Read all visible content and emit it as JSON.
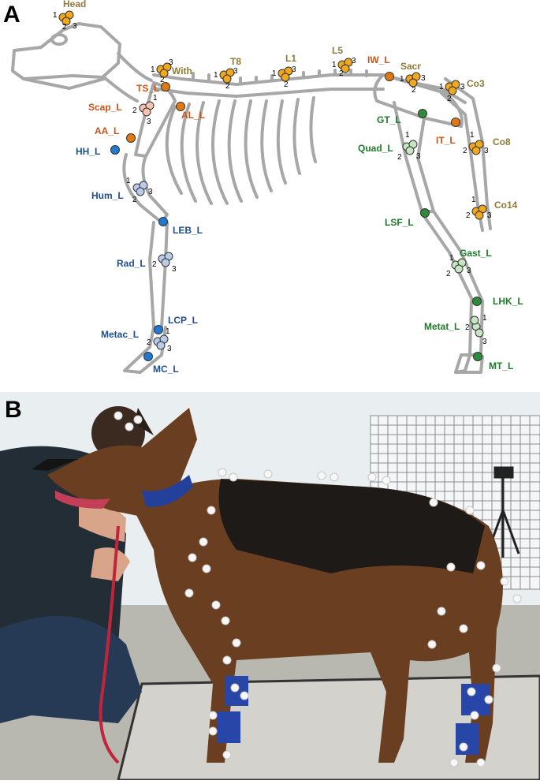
{
  "panel_labels": {
    "a": "A",
    "b": "B"
  },
  "colors": {
    "tan": "#8c7a3a",
    "orange_marker": "#e07a10",
    "triad_fill": "#f0a820",
    "pink": "#f7c3b0",
    "blue": "#1f7ad0",
    "light_blue": "#b9cbe8",
    "green": "#2e8b3a",
    "light_green": "#c5e6c0",
    "label_orange": "#c8541a",
    "label_blue": "#1f4e8c",
    "label_green": "#1e7a2a",
    "bone_outline": "#a7a7a7"
  },
  "skeleton_labels": {
    "head": "Head",
    "with": "With",
    "t8": "T8",
    "l1": "L1",
    "l5": "L5",
    "sacr": "Sacr",
    "co3": "Co3",
    "co8": "Co8",
    "co14": "Co14",
    "ts": "TS_L",
    "scap": "Scap_L",
    "al": "AL_L",
    "aa": "AA_L",
    "iw": "IW_L",
    "it": "IT_L",
    "hh": "HH_L",
    "hum": "Hum_L",
    "leb": "LEB_L",
    "rad": "Rad_L",
    "lcp": "LCP_L",
    "metac": "Metac_L",
    "mc": "MC_L",
    "gt": "GT_L",
    "quad": "Quad_L",
    "lsf": "LSF_L",
    "gast": "Gast_L",
    "lhk": "LHK_L",
    "metat": "Metat_L",
    "mt": "MT_L"
  },
  "triad_numbers": {
    "one": "1",
    "two": "2",
    "three": "3"
  },
  "photo": {
    "subject": "german-shepherd-with-markers"
  }
}
